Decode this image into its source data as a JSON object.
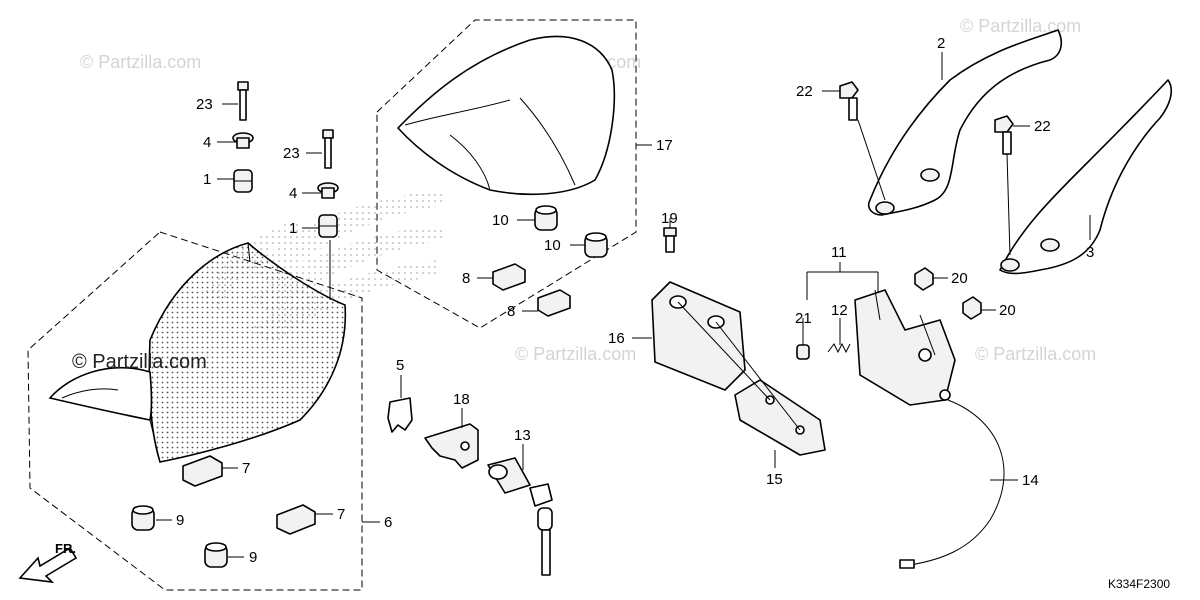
{
  "watermark_text": "© Partzilla.com",
  "diagram_code": "K334F2300",
  "front_arrow_label": "FR.",
  "callouts": {
    "c1a": "1",
    "c1b": "1",
    "c2": "2",
    "c3": "3",
    "c4a": "4",
    "c4b": "4",
    "c5": "5",
    "c6": "6",
    "c7a": "7",
    "c7b": "7",
    "c8a": "8",
    "c8b": "8",
    "c9a": "9",
    "c9b": "9",
    "c10a": "10",
    "c10b": "10",
    "c11": "11",
    "c12": "12",
    "c13": "13",
    "c14": "14",
    "c15": "15",
    "c16": "16",
    "c17": "17",
    "c18": "18",
    "c19": "19",
    "c20a": "20",
    "c20b": "20",
    "c21": "21",
    "c22a": "22",
    "c22b": "22",
    "c23a": "23",
    "c23b": "23"
  }
}
